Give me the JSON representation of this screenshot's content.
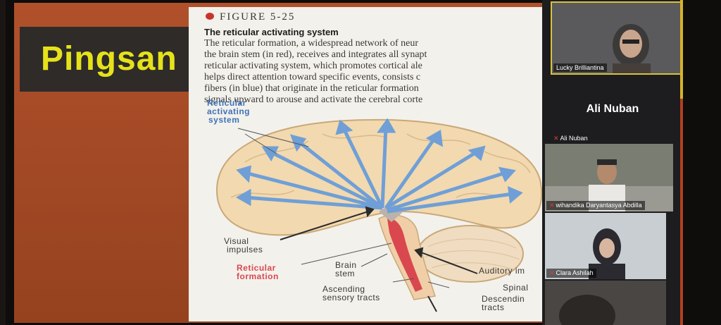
{
  "slide": {
    "title": "Pingsan",
    "figure_label": "FIGURE 5-25",
    "figure_heading": "The reticular activating system",
    "caption_lines": [
      "The reticular formation, a widespread network of neur",
      "the brain stem (in red), receives and integrates all synapt",
      "reticular activating system, which promotes cortical ale",
      "helps direct attention toward specific events, consists c",
      "fibers (in blue) that originate in the reticular formation",
      "signals upward to arouse and activate the cerebral corte"
    ],
    "labels": {
      "ras_line1": "Reticular",
      "ras_line2": "activating",
      "ras_line3": "system",
      "visual_line1": "Visual",
      "visual_line2": "impulses",
      "reticular_line1": "Reticular",
      "reticular_line2": "formation",
      "brain_line1": "Brain",
      "brain_line2": "stem",
      "ascending_line1": "Ascending",
      "ascending_line2": "sensory tracts",
      "auditory": "Auditory im",
      "spinal": "Spinal",
      "descending_line1": "Descendin",
      "descending_line2": "tracts"
    }
  },
  "meeting": {
    "active_speaker": "Ali Nuban",
    "participants": [
      {
        "name": "Lucky Brilliantina",
        "muted": false
      },
      {
        "name": "Ali Nuban",
        "muted": true
      },
      {
        "name": "wihandika Daryantasya Abdilla",
        "muted": true
      },
      {
        "name": "Clara Ashilah",
        "muted": true
      }
    ]
  },
  "colors": {
    "slide_title": "#e6e21a",
    "arrows": "#6f9fd6",
    "reticular": "#d9484e"
  }
}
